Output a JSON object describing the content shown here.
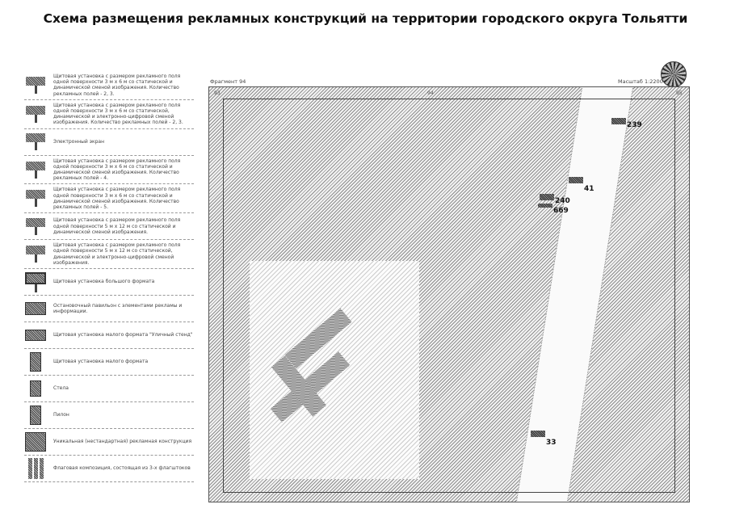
{
  "title": "Схема размещения рекламных конструкций на территории городского округа Тольятти",
  "fragment_label": "Фрагмент 94",
  "scale_label": "Масштаб 1:2200",
  "grid_numbers": [
    "93",
    "94",
    "95"
  ],
  "legend": [
    {
      "icon": "billboard-3x6-icon",
      "text": "Щитовая установка с размером рекламного поля одной поверхности 3 м х 6 м со статической и динамической сменой изображения. Количество рекламных полей - 2, 3."
    },
    {
      "icon": "billboard-3x6-digital-icon",
      "text": "Щитовая установка с размером рекламного поля одной поверхности 3 м х 6 м со статической, динамической и электронно-цифровой сменой изображения. Количество рекламных полей - 2, 3."
    },
    {
      "icon": "electronic-screen-icon",
      "text": "Электронный экран"
    },
    {
      "icon": "billboard-4-fields-icon",
      "text": "Щитовая установка с размером рекламного поля одной поверхности 3 м х 6 м со статической и динамической сменой изображения. Количество рекламных полей - 4."
    },
    {
      "icon": "billboard-5-fields-icon",
      "text": "Щитовая установка с размером рекламного поля одной поверхности 3 м х 6 м со статической и динамической сменой изображения. Количество рекламных полей - 5."
    },
    {
      "icon": "billboard-5x12-icon",
      "text": "Щитовая установка с размером рекламного поля одной поверхности 5 м х 12 м со статической и динамической сменой изображения."
    },
    {
      "icon": "billboard-5x12-digital-icon",
      "text": "Щитовая установка с размером рекламного поля одной поверхности 5 м х 12 м со статической, динамической и электронно-цифровой сменой изображения."
    },
    {
      "icon": "large-format-billboard-icon",
      "text": "Щитовая установка большого формата"
    },
    {
      "icon": "bus-stop-pavilion-icon",
      "text": "Остановочный павильон с элементами рекламы и информации."
    },
    {
      "icon": "street-stand-icon",
      "text": "Щитовая установка малого формата \"Уличный стенд\""
    },
    {
      "icon": "small-billboard-icon",
      "text": "Щитовая установка малого формата"
    },
    {
      "icon": "stele-icon",
      "text": "Стела"
    },
    {
      "icon": "pylon-icon",
      "text": "Пилон"
    },
    {
      "icon": "unique-construction-icon",
      "text": "Уникальная (нестандартная) рекламная конструкция"
    },
    {
      "icon": "flag-composition-icon",
      "text": "Флаговая композиция, состоящая из 3-х флагштоков"
    }
  ],
  "markers": [
    "239",
    "41",
    "240",
    "669",
    "33"
  ]
}
